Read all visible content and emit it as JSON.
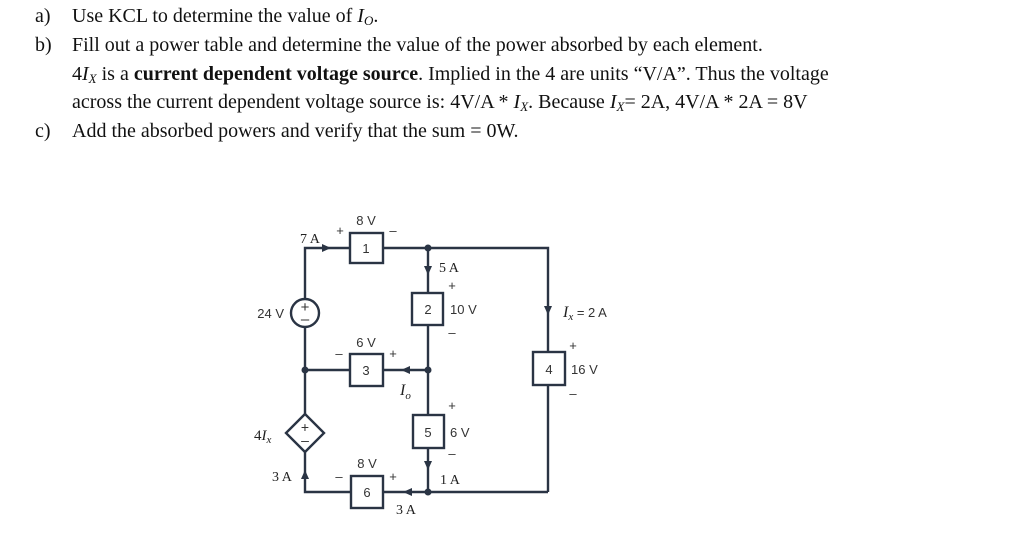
{
  "problem": {
    "a": {
      "label": "a)",
      "pre": "Use KCL to determine the value of ",
      "var": "I",
      "var_sub": "O",
      "post": "."
    },
    "b": {
      "label": "b)",
      "line1": "Fill out a power table and determine the value of the power absorbed by each element.",
      "line2_pre": "4",
      "line2_var": "I",
      "line2_sub": "X",
      "line2_mid": " is a ",
      "line2_bold": "current dependent voltage source",
      "line2_post": ".  Implied in the 4 are units “V/A”.  Thus the voltage",
      "line3_pre": "across the current dependent voltage source is: 4V/A * ",
      "line3_var": "I",
      "line3_sub": "X",
      "line3_mid": ".  Because ",
      "line3_var2": "I",
      "line3_sub2": "X",
      "line3_post": "= 2A, 4V/A * 2A = 8V"
    },
    "c": {
      "label": "c)",
      "text": "Add the absorbed powers and verify that the sum = 0W."
    }
  },
  "circuit": {
    "elements": {
      "e1": {
        "id": "1",
        "voltage": "8 V",
        "plus": "+",
        "minus": "–"
      },
      "e2": {
        "id": "2",
        "voltage": "10 V",
        "plus": "+",
        "minus": "–"
      },
      "e3": {
        "id": "3",
        "voltage": "6 V",
        "plus": "+",
        "minus": "–"
      },
      "e4": {
        "id": "4",
        "voltage": "16 V",
        "plus": "+",
        "minus": "–"
      },
      "e5": {
        "id": "5",
        "voltage": "6 V",
        "plus": "+",
        "minus": "–"
      },
      "e6": {
        "id": "6",
        "voltage": "8 V",
        "plus": "+",
        "minus": "–"
      }
    },
    "source_24v": {
      "label": "24 V",
      "plus": "+",
      "minus": "–"
    },
    "dep_source": {
      "label_num": "4",
      "label_var": "I",
      "label_sub": "x",
      "plus": "+",
      "minus": "–"
    },
    "currents": {
      "c7a": "7 A",
      "c5a": "5 A",
      "cix_var": "I",
      "cix_sub": "x",
      "cix_val": " = 2 A",
      "io_var": "I",
      "io_sub": "o",
      "c3a_left": "3 A",
      "c1a": "1 A",
      "c3a_bottom": "3 A"
    }
  }
}
